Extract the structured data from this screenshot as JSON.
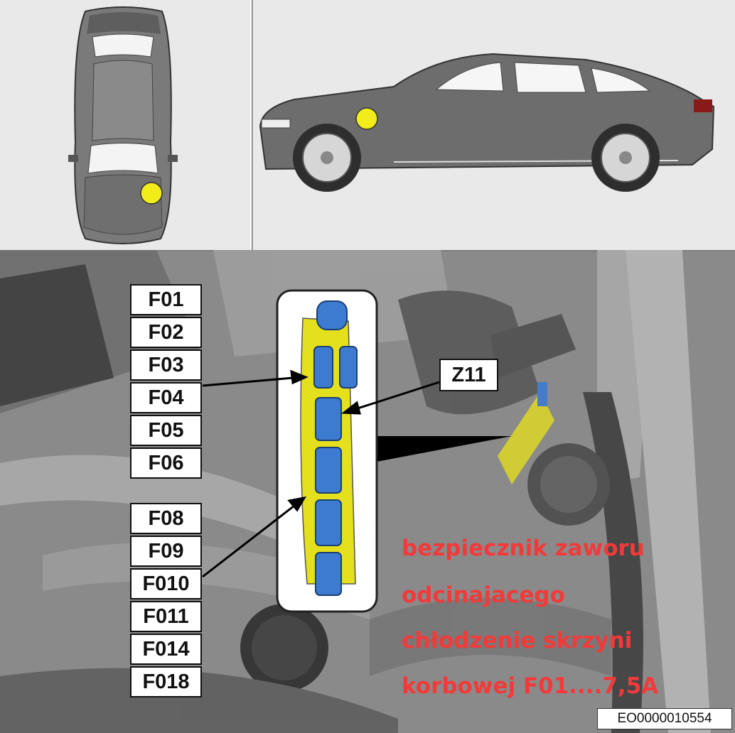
{
  "fuse_labels_upper": [
    "F01",
    "F02",
    "F03",
    "F04",
    "F05",
    "F06"
  ],
  "fuse_labels_lower": [
    "F08",
    "F09",
    "F010",
    "F011",
    "F014",
    "F018"
  ],
  "connector_label": "Z11",
  "note_lines": [
    "bezpiecznik zaworu",
    "odcinajacego",
    "chłodzenie skrzyni",
    "korbowej  F01....7,5A"
  ],
  "image_code": "EO0000010554",
  "colors": {
    "marker": "#f2ec1a",
    "note": "#f23a3a",
    "fuse_box": "#e4e01e",
    "connector": "#3d7bd1"
  }
}
